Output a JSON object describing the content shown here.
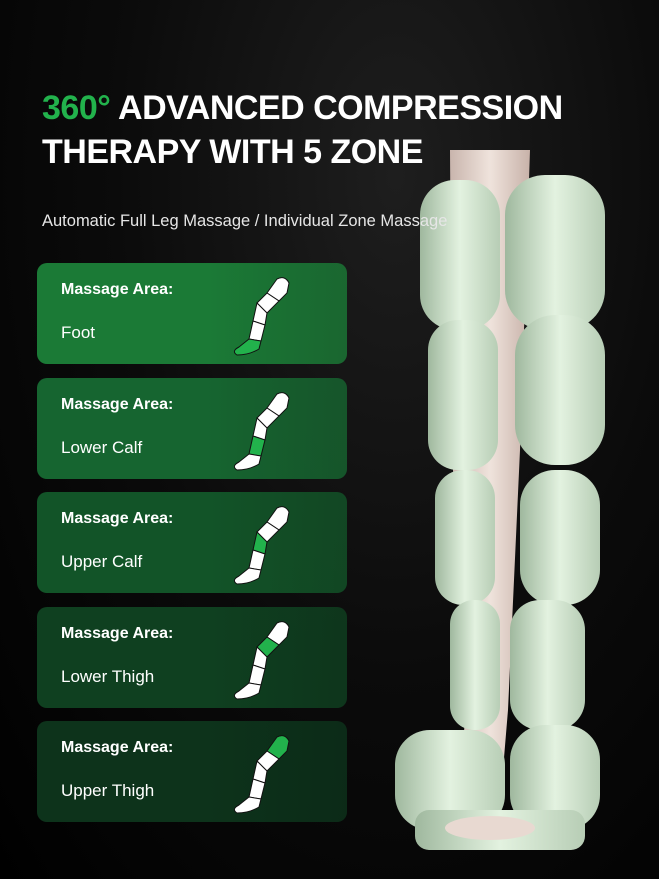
{
  "header": {
    "title_accent": "360°",
    "title_rest": " ADVANCED COMPRESSION THERAPY WITH 5 ZONE",
    "subtitle": "Automatic Full Leg Massage / Individual Zone Massage"
  },
  "colors": {
    "accent": "#22b24c",
    "zone_highlight": "#22b24c",
    "pad": "#d8ecd6"
  },
  "cards": [
    {
      "label": "Massage Area:",
      "value": "Foot",
      "zone": "foot",
      "bg": "#1b7a36"
    },
    {
      "label": "Massage Area:",
      "value": "Lower Calf",
      "zone": "lower-calf",
      "bg": "#166530"
    },
    {
      "label": "Massage Area:",
      "value": "Upper Calf",
      "zone": "upper-calf",
      "bg": "#125428"
    },
    {
      "label": "Massage Area:",
      "value": "Lower Thigh",
      "zone": "lower-thigh",
      "bg": "#0f4020"
    },
    {
      "label": "Massage Area:",
      "value": "Upper Thigh",
      "zone": "upper-thigh",
      "bg": "#0d331b"
    }
  ]
}
